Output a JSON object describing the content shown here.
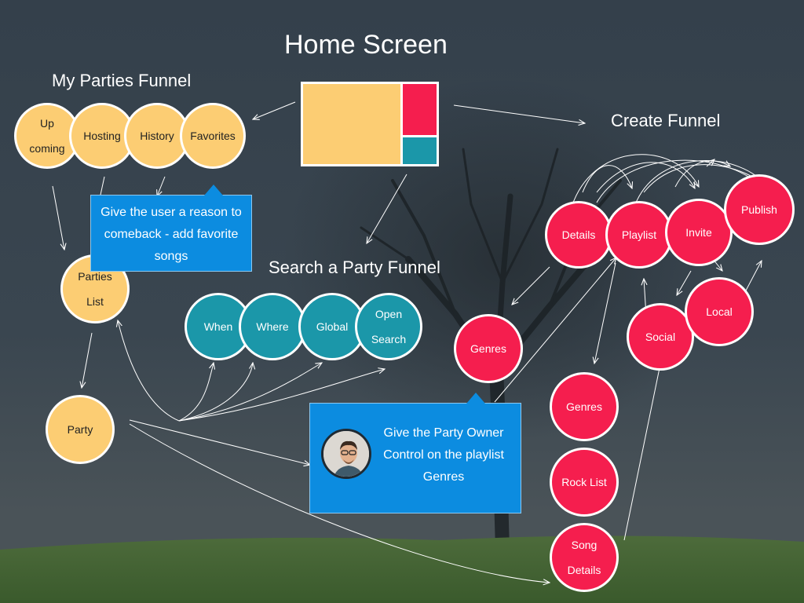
{
  "titles": {
    "home": "Home Screen",
    "my_parties": "My Parties Funnel",
    "create": "Create Funnel",
    "search": "Search a Party Funnel"
  },
  "my_parties_nodes": {
    "upcoming": "Up\ncoming",
    "hosting": "Hosting",
    "history": "History",
    "favorites": "Favorites",
    "parties_list": "Parties\nList",
    "party": "Party"
  },
  "search_nodes": {
    "when": "When",
    "where": "Where",
    "global": "Global",
    "open_search": "Open\nSearch"
  },
  "create_nodes": {
    "details": "Details",
    "playlist": "Playlist",
    "invite": "Invite",
    "publish": "Publish",
    "genres_left": "Genres",
    "social": "Social",
    "local": "Local",
    "genres": "Genres",
    "rock_list": "Rock List",
    "song_details": "Song\nDetails"
  },
  "callouts": {
    "comeback": "Give the user a reason to comeback - add favorite songs",
    "owner_control": "Give the Party Owner Control on the playlist Genres"
  },
  "colors": {
    "orange": "#fccd73",
    "teal": "#1b97a9",
    "red": "#f51e4e",
    "callout_blue": "#0c8ce0"
  }
}
